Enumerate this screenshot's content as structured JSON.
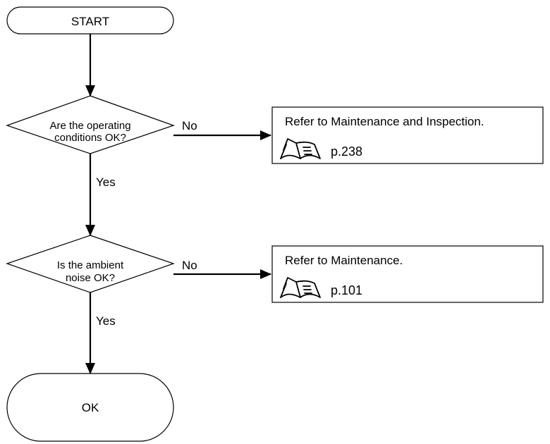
{
  "flowchart": {
    "start": {
      "label": "START"
    },
    "decisions": [
      {
        "line1": "Are the operating",
        "line2": "conditions OK?",
        "no_label": "No",
        "yes_label": "Yes"
      },
      {
        "line1": "Is the ambient",
        "line2": "noise OK?",
        "no_label": "No",
        "yes_label": "Yes"
      }
    ],
    "references": [
      {
        "text": "Refer to Maintenance and Inspection.",
        "page": "p.238",
        "icon": "manual-book-icon"
      },
      {
        "text": "Refer to Maintenance.",
        "page": "p.101",
        "icon": "manual-book-icon"
      }
    ],
    "end": {
      "label": "OK"
    }
  }
}
